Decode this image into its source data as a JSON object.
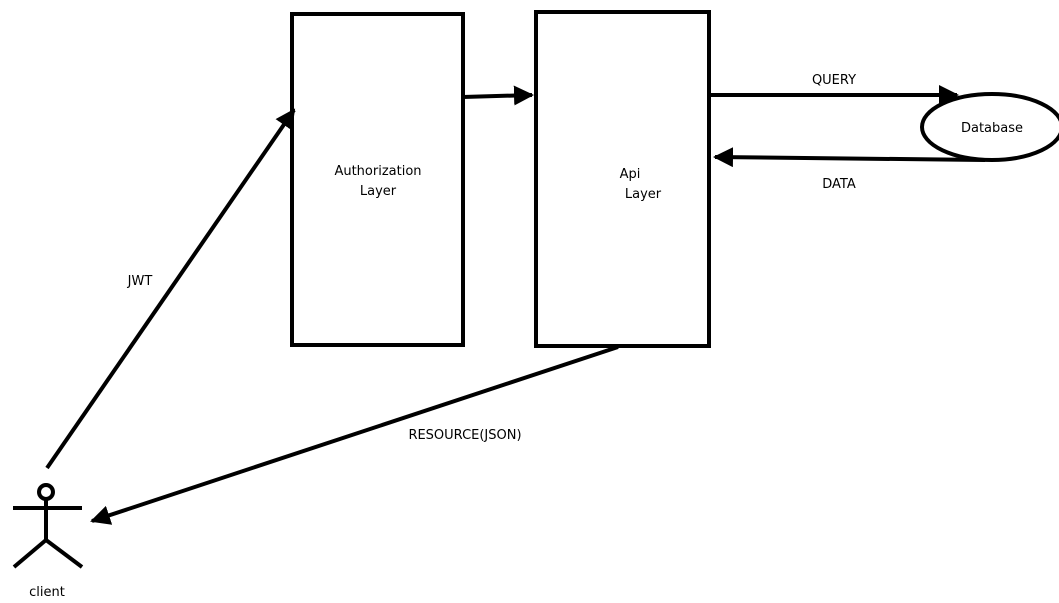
{
  "nodes": {
    "authorization_layer": {
      "line1": "Authorization",
      "line2": "Layer"
    },
    "api_layer": {
      "line1": "Api",
      "line2": "Layer"
    },
    "database": {
      "label": "Database"
    },
    "client": {
      "label": "client"
    }
  },
  "edges": {
    "jwt": "JWT",
    "query": "QUERY",
    "data": "DATA",
    "resource": "RESOURCE(JSON)"
  }
}
